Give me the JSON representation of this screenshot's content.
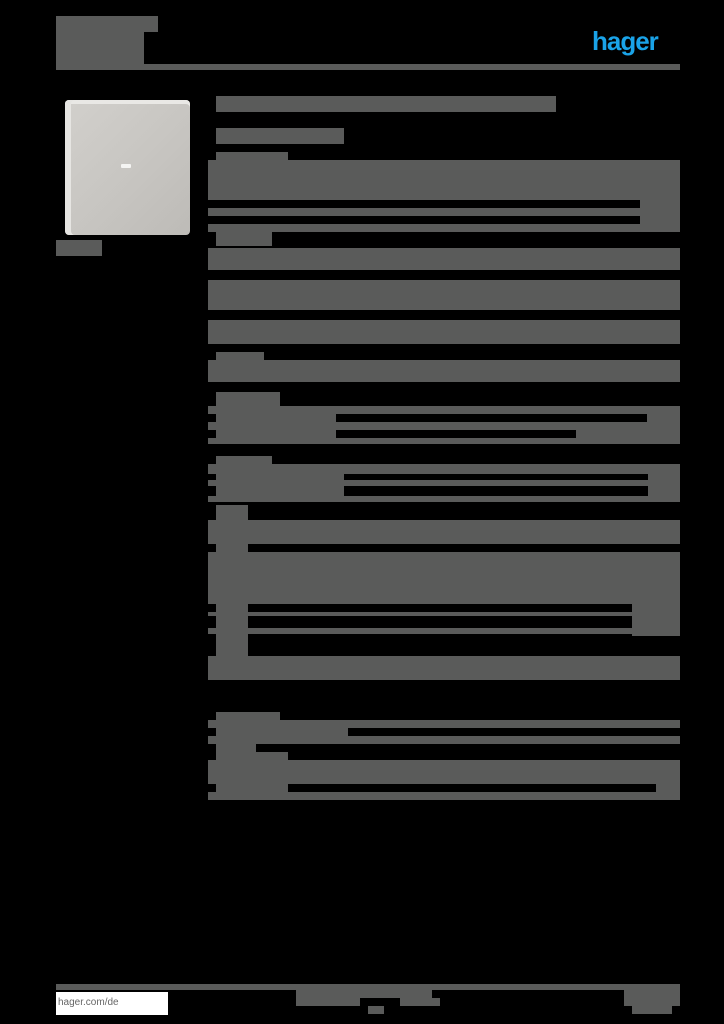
{
  "header": {
    "title_redacted": true,
    "brand_logo_text": "hager",
    "brand_color": "#1aa3e8"
  },
  "product_image": {
    "caption_redacted": true,
    "description": "light gray square switch cover"
  },
  "content": {
    "heading_redacted": true,
    "subheading_redacted": true,
    "sections": [
      {
        "id": 1,
        "rows": 3
      },
      {
        "id": 2,
        "rows": 4
      },
      {
        "id": 3,
        "rows": 1
      },
      {
        "id": 4,
        "rows": 2
      },
      {
        "id": 5,
        "rows": 2
      },
      {
        "id": 6,
        "rows": 6
      },
      {
        "id": 7,
        "rows": 1
      },
      {
        "id": 8,
        "rows": 2
      }
    ],
    "redaction_color": "#5a5b5a"
  },
  "footer": {
    "website": "hager.com/de"
  }
}
